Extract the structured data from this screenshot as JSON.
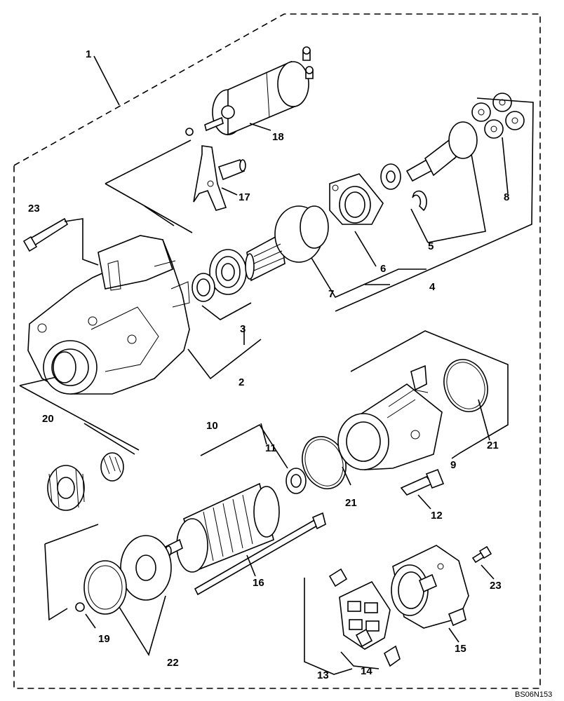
{
  "diagram": {
    "reference_code": "BS06N153",
    "callouts": {
      "c1": "1",
      "c2": "2",
      "c3": "3",
      "c4": "4",
      "c5": "5",
      "c6": "6",
      "c7": "7",
      "c8": "8",
      "c9": "9",
      "c10": "10",
      "c11": "11",
      "c12": "12",
      "c13": "13",
      "c14": "14",
      "c15": "15",
      "c16": "16",
      "c17": "17",
      "c18": "18",
      "c19": "19",
      "c20": "20",
      "c21a": "21",
      "c21b": "21",
      "c22": "22",
      "c23a": "23",
      "c23b": "23"
    }
  }
}
